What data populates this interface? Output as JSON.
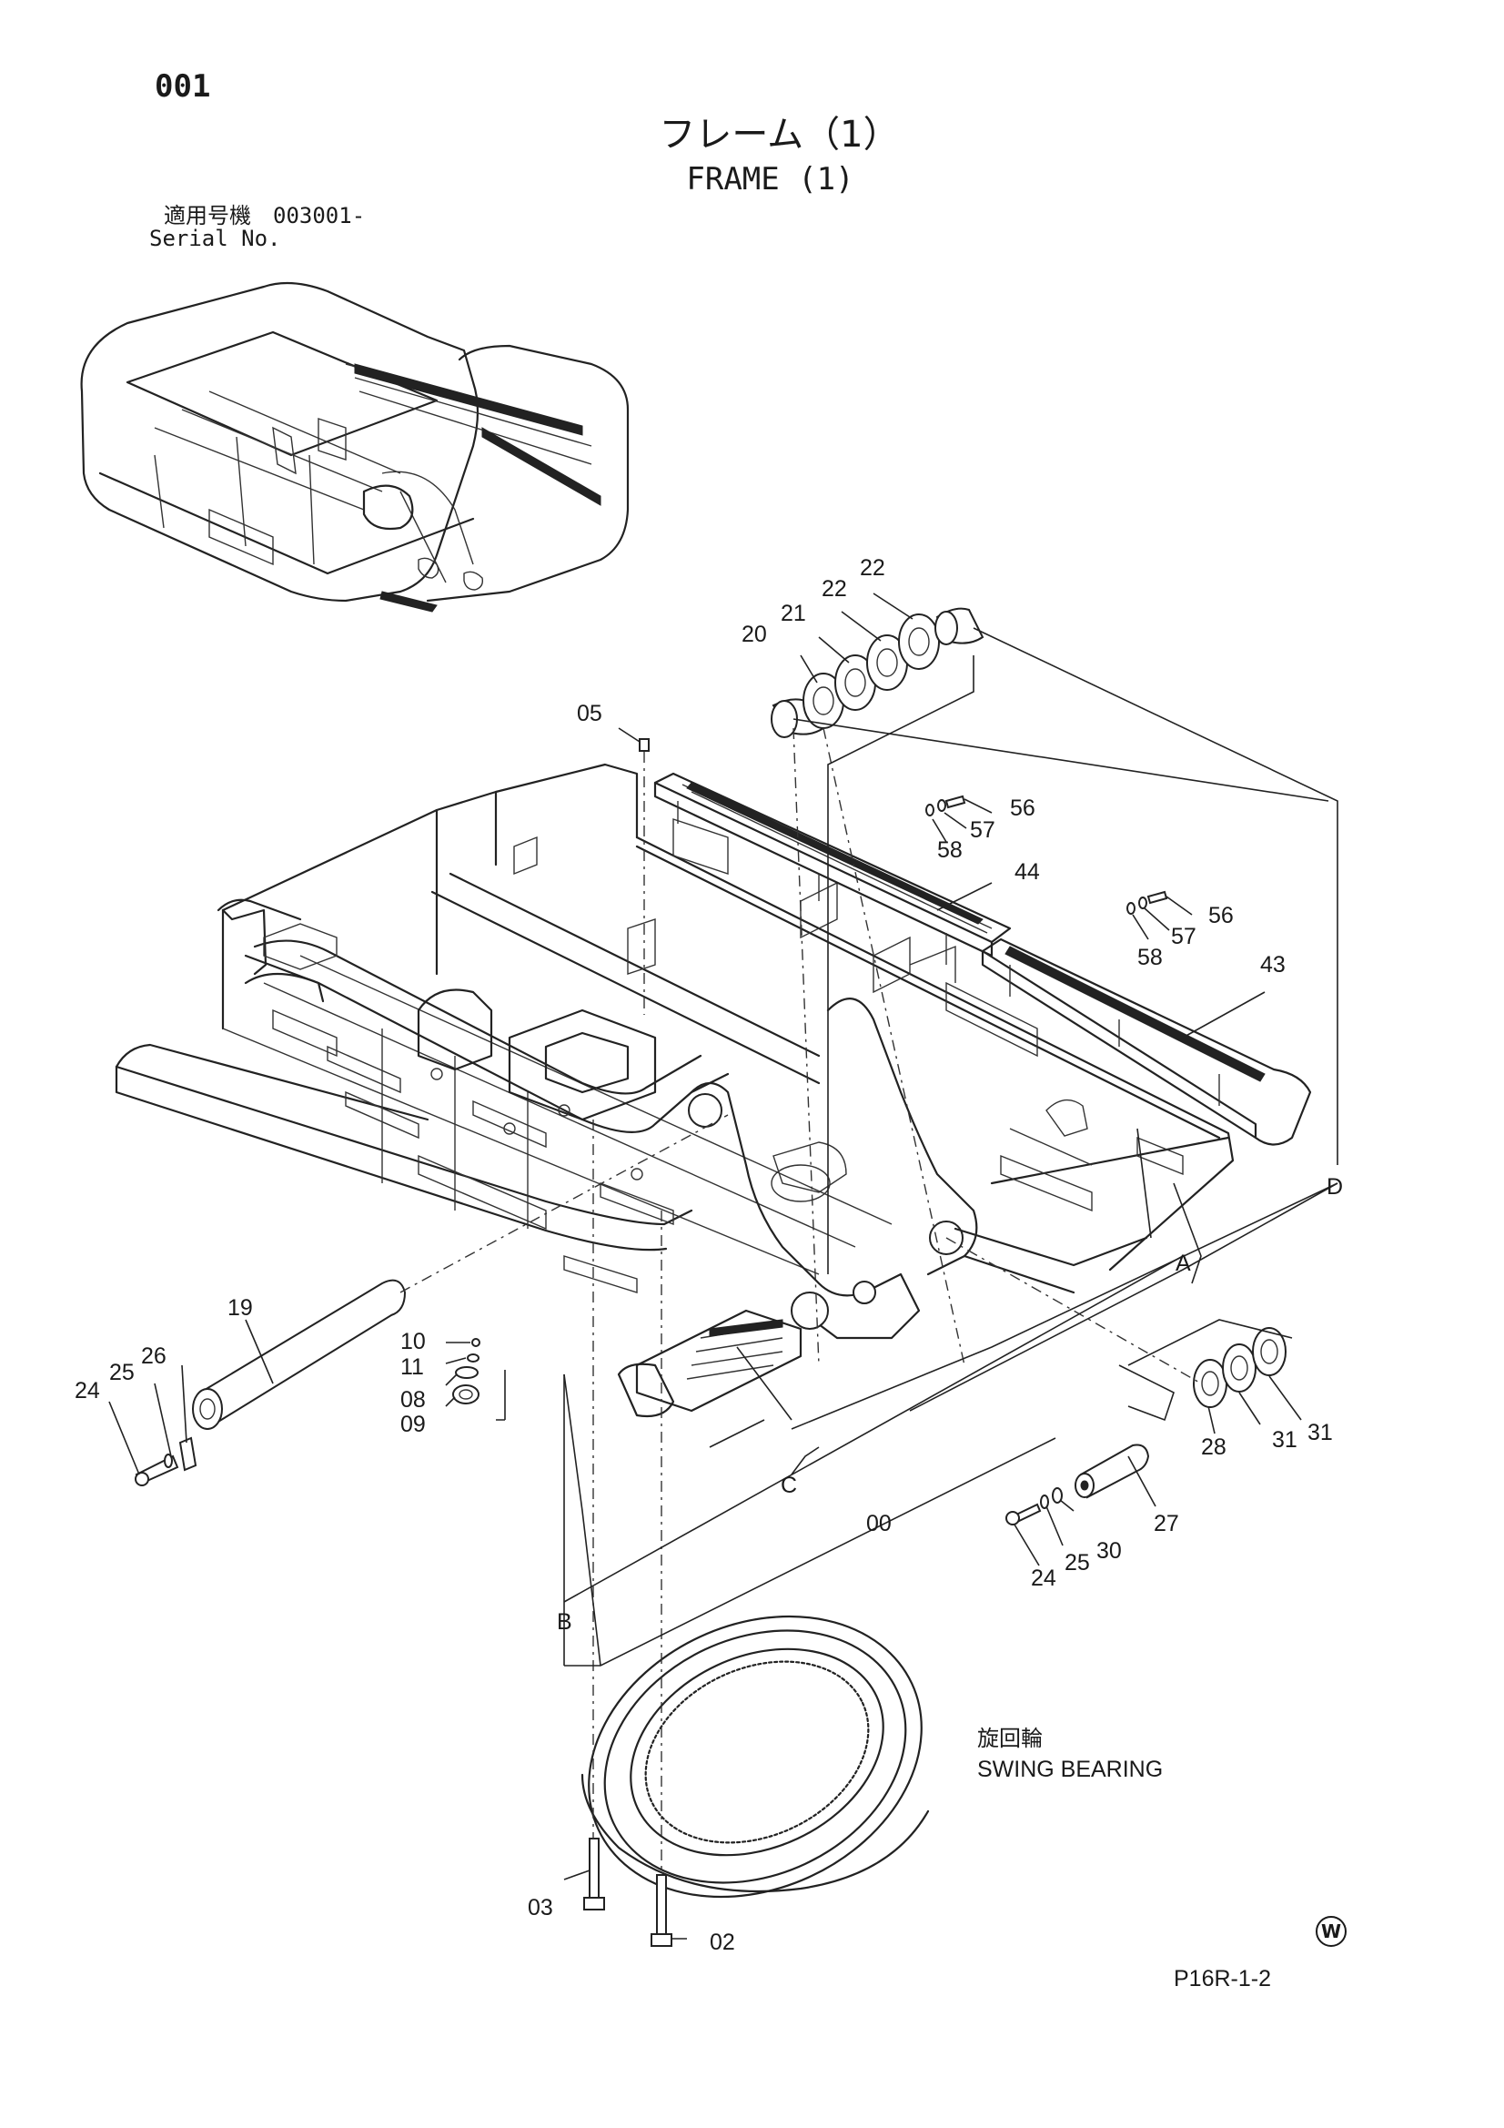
{
  "header": {
    "page_number": "001",
    "title_jp": "フレーム（1）",
    "title_en": "FRAME (1)",
    "serial_label_jp": "適用号機　003001-",
    "serial_label_en": "Serial No."
  },
  "callouts": [
    {
      "id": "c00",
      "text": "00"
    },
    {
      "id": "c02",
      "text": "02"
    },
    {
      "id": "c03",
      "text": "03"
    },
    {
      "id": "c05",
      "text": "05"
    },
    {
      "id": "c08",
      "text": "08"
    },
    {
      "id": "c09",
      "text": "09"
    },
    {
      "id": "c10",
      "text": "10"
    },
    {
      "id": "c11",
      "text": "11"
    },
    {
      "id": "c19",
      "text": "19"
    },
    {
      "id": "c20",
      "text": "20"
    },
    {
      "id": "c21",
      "text": "21"
    },
    {
      "id": "c22a",
      "text": "22"
    },
    {
      "id": "c22b",
      "text": "22"
    },
    {
      "id": "c24a",
      "text": "24"
    },
    {
      "id": "c24b",
      "text": "24"
    },
    {
      "id": "c25a",
      "text": "25"
    },
    {
      "id": "c25b",
      "text": "25"
    },
    {
      "id": "c26",
      "text": "26"
    },
    {
      "id": "c27",
      "text": "27"
    },
    {
      "id": "c28",
      "text": "28"
    },
    {
      "id": "c30",
      "text": "30"
    },
    {
      "id": "c31a",
      "text": "31"
    },
    {
      "id": "c31b",
      "text": "31"
    },
    {
      "id": "c43",
      "text": "43"
    },
    {
      "id": "c44",
      "text": "44"
    },
    {
      "id": "c56a",
      "text": "56"
    },
    {
      "id": "c56b",
      "text": "56"
    },
    {
      "id": "c57a",
      "text": "57"
    },
    {
      "id": "c57b",
      "text": "57"
    },
    {
      "id": "c58a",
      "text": "58"
    },
    {
      "id": "c58b",
      "text": "58"
    },
    {
      "id": "cA",
      "text": "A"
    },
    {
      "id": "cB",
      "text": "B"
    },
    {
      "id": "cC",
      "text": "C"
    },
    {
      "id": "cD",
      "text": "D"
    }
  ],
  "swing_bearing": {
    "label_jp": "旋回輪",
    "label_en": "SWING BEARING"
  },
  "footer": {
    "mark": "W",
    "page_code": "P16R-1-2"
  }
}
